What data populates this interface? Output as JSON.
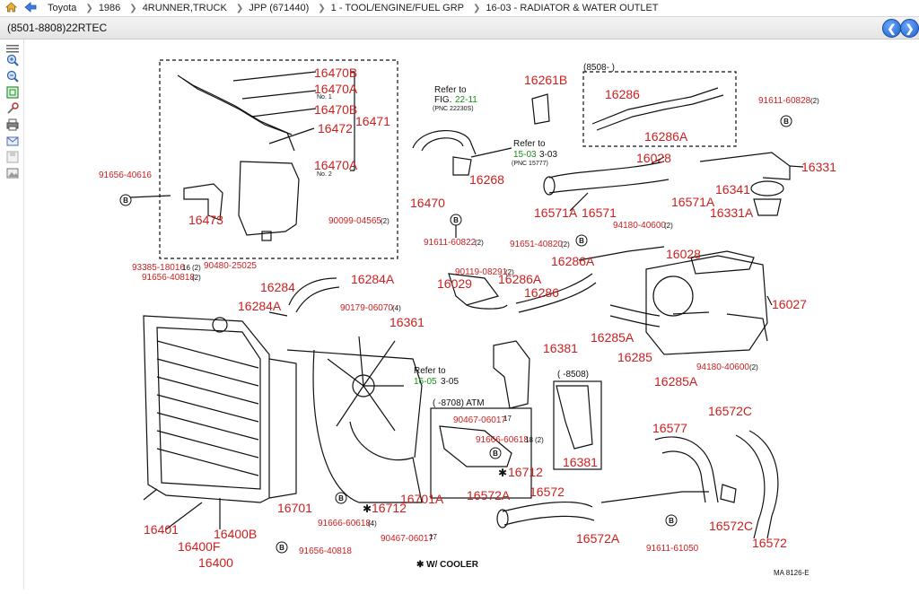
{
  "breadcrumb": [
    {
      "label": "Toyota"
    },
    {
      "label": "1986"
    },
    {
      "label": "4RUNNER,TRUCK"
    },
    {
      "label": "JPP (671440)"
    },
    {
      "label": "1 - TOOL/ENGINE/FUEL GRP"
    },
    {
      "label": "16-03 - RADIATOR & WATER OUTLET"
    }
  ],
  "header": {
    "title": "(8501-8808)22RTEC"
  },
  "colors": {
    "part_label": "#cc1f1f",
    "ref_link": "#1a8a1a",
    "ink": "#111111",
    "nav_blue": "#1f5fc9"
  },
  "icons": {
    "home": "home-icon",
    "back": "back-arrow-icon",
    "prev": "prev-page-icon",
    "next": "next-page-icon"
  },
  "tools": [
    "menu-lines-icon",
    "zoom-in-icon",
    "zoom-out-icon",
    "fit-page-icon",
    "tools-icon",
    "print-icon",
    "email-icon",
    "save-icon",
    "image-icon"
  ],
  "diagram": {
    "parts": {
      "p16470B_a": "16470B",
      "p16470A_a": "16470A",
      "p16470B_b": "16470B",
      "p16471": "16471",
      "p16472": "16472",
      "p16470A_b": "16470A",
      "p91656_40616": "91656-40616",
      "p16473": "16473",
      "p90099_04565": "90099-04565",
      "p16470": "16470",
      "p16268": "16268",
      "p91611_60822": "91611-60822",
      "p16261B": "16261B",
      "p16286_a": "16286",
      "p16286A_a": "16286A",
      "p16028_a": "16028",
      "p91611_60828": "91611-60828",
      "p16331": "16331",
      "p16341": "16341",
      "p16331A": "16331A",
      "p16571A_a": "16571A",
      "p16571": "16571",
      "p16571A_b": "16571A",
      "p94180_40600_a": "94180-40600",
      "p91651_40820": "91651-40820",
      "p16028_b": "16028",
      "p16286A_b": "16286A",
      "p90119_08291": "90119-08291",
      "p16029": "16029",
      "p16286A_c": "16286A",
      "p16286_b": "16286",
      "p16027": "16027",
      "p93385_18016": "93385-18016",
      "p90480_25025": "90480-25025",
      "p91656_40818_a": "91656-40818",
      "p16284A_a": "16284A",
      "p16284": "16284",
      "p16284A_b": "16284A",
      "p90179_06070": "90179-06070",
      "p16361": "16361",
      "p16285A_a": "16285A",
      "p16285": "16285",
      "p16285A_b": "16285A",
      "p94180_40600_b": "94180-40600",
      "p16381_a": "16381",
      "p16381_b": "16381",
      "p90467_06017_a": "90467-06017",
      "p91666_60618_a": "91666-60618",
      "p16712_a": "16712",
      "p16577": "16577",
      "p16572C_a": "16572C",
      "p16572A_a": "16572A",
      "p16572_a": "16572",
      "p16701": "16701",
      "p16712_b": "16712",
      "p16701A": "16701A",
      "p91666_60618_b": "91666-60618",
      "p90467_06017_b": "90467-06017",
      "p16572A_b": "16572A",
      "p91611_61050": "91611-61050",
      "p16572C_b": "16572C",
      "p16572_b": "16572",
      "p16401": "16401",
      "p16400F": "16400F",
      "p16400B": "16400B",
      "p16400": "16400",
      "p91656_40818_b": "91656-40818"
    },
    "qty": {
      "two": "(2)",
      "four": "(4)",
      "seventeen": "17",
      "eighteen": "18",
      "sixteen": "16"
    },
    "notes": {
      "refer_to": "Refer to",
      "fig": "FIG.",
      "ref_22_11": "22-11",
      "pnc_22230s": "(PNC 22230S)",
      "ref_15_03": "15-03",
      "ref_3_03": "3-03",
      "pnc_15777": "(PNC 15777)",
      "ref_16_05": "16-05",
      "ref_3_05": "3-05",
      "range_8508_start": "(8508-     )",
      "range_8508_end": "(     -8508)",
      "range_8708_atm": "(     -8708) ATM",
      "no1": "No. 1",
      "no2": "No. 2",
      "w_cooler": "✱ W/ COOLER",
      "asterisk": "✱",
      "fig_code": "MA  8126-E",
      "bolt_b": "B"
    }
  }
}
